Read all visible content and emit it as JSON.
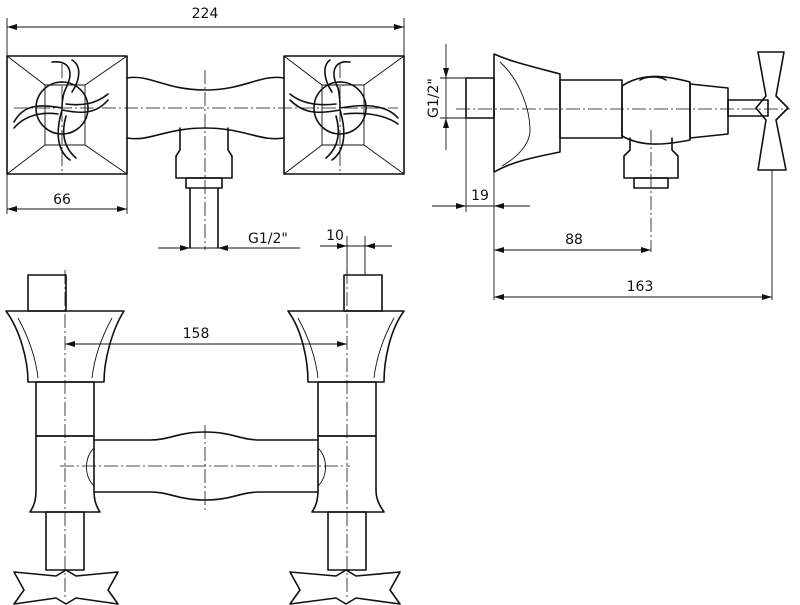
{
  "dimensions": {
    "top_width": "224",
    "handle_plate": "66",
    "top_outlet_thread": "G1/2\"",
    "side_inlet_thread": "G1/2\"",
    "side_wall_offset": "19",
    "side_outlet_distance": "88",
    "side_total_depth": "163",
    "front_center_distance": "158",
    "front_spindle_width": "10"
  }
}
